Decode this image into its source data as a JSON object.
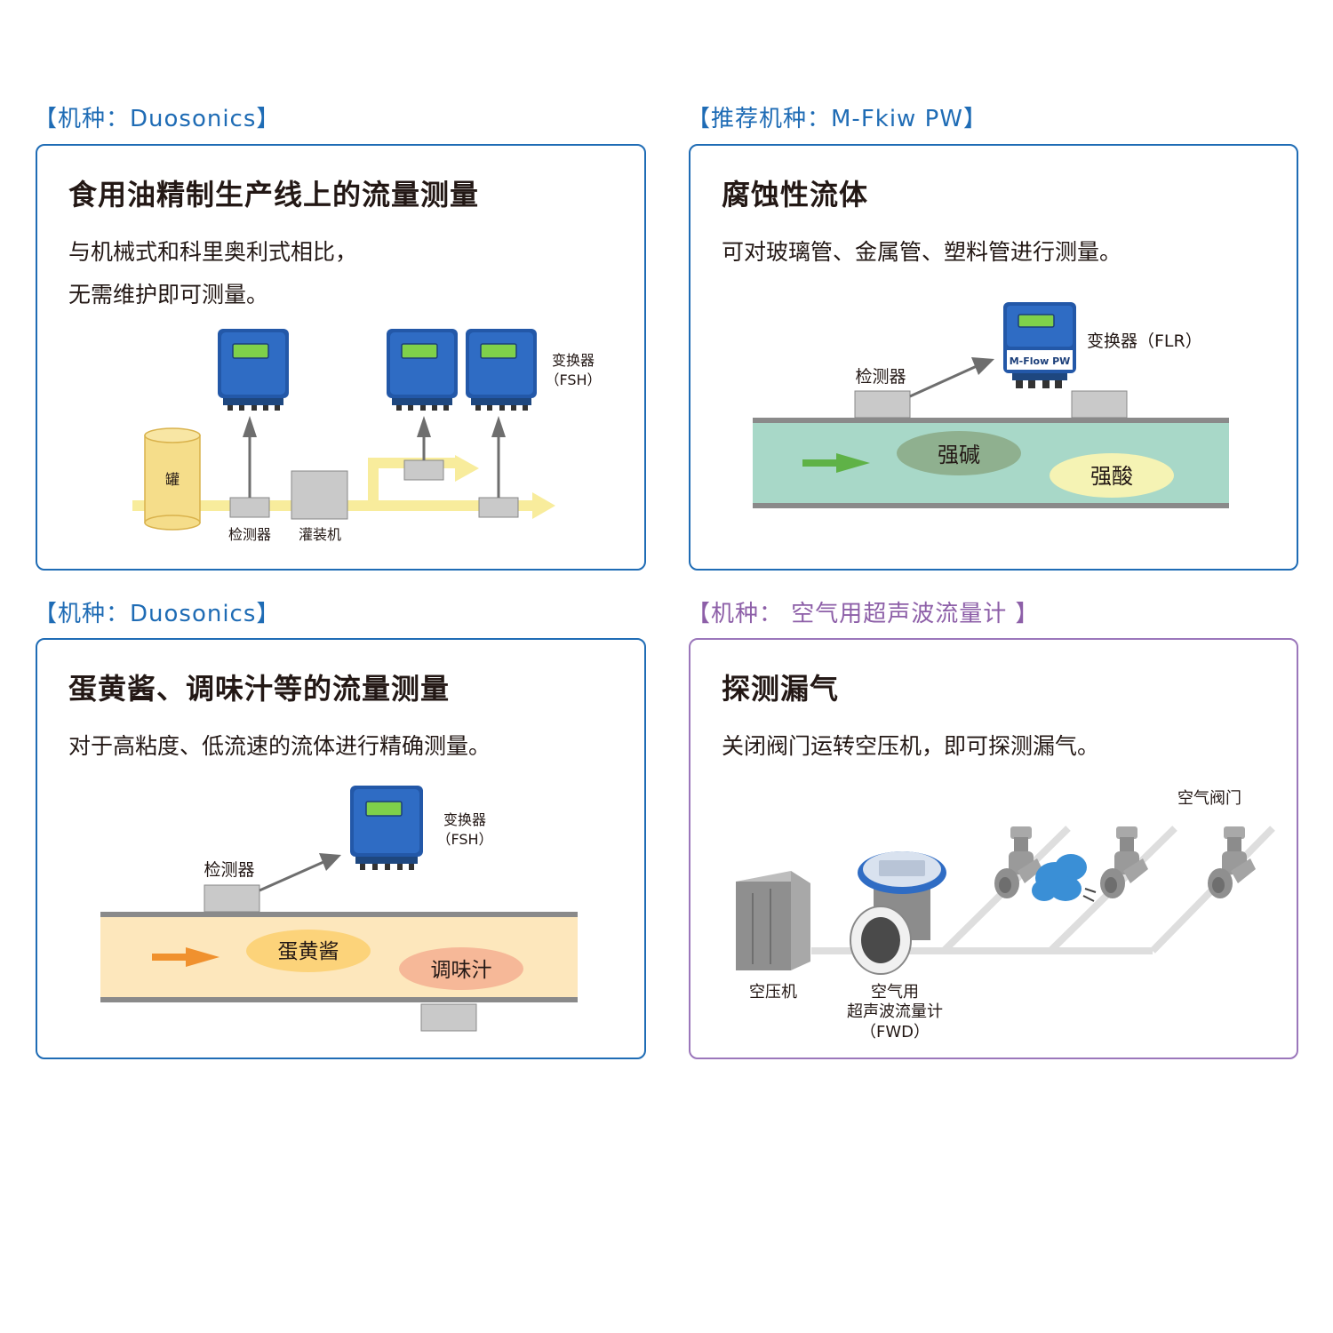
{
  "panels": [
    {
      "tag": "【机种：Duosonics】",
      "title": "食用油精制生产线上的流量测量",
      "desc1": "与机械式和科里奥利式相比，",
      "desc2": "无需维护即可测量。",
      "labels": {
        "tank": "罐",
        "detector": "检测器",
        "filler": "灌装机",
        "converter": "变换器",
        "converter_model": "（FSH）"
      }
    },
    {
      "tag": "【推荐机种：M-Fkiw PW】",
      "title": "腐蚀性流体",
      "desc1": "可对玻璃管、金属管、塑料管进行测量。",
      "labels": {
        "detector": "检测器",
        "converter": "变换器（FLR）",
        "alkali": "强碱",
        "acid": "强酸",
        "device_brand": "M-Flow PW"
      }
    },
    {
      "tag": "【机种：Duosonics】",
      "title": "蛋黄酱、调味汁等的流量测量",
      "desc1": "对于高粘度、低流速的流体进行精确测量。",
      "labels": {
        "detector": "检测器",
        "converter": "变换器",
        "converter_model": "（FSH）",
        "mayo": "蛋黄酱",
        "dressing": "调味汁"
      }
    },
    {
      "tag": "【机种： 空气用超声波流量计 】",
      "title": "探测漏气",
      "desc1": "关闭阀门运转空压机，即可探测漏气。",
      "labels": {
        "valves": "空气阀门",
        "compressor": "空压机",
        "meter1": "空气用",
        "meter2": "超声波流量计",
        "meter3": "（FWD）"
      }
    }
  ],
  "colors": {
    "blue_border": "#1f6cb5",
    "purple_border": "#9b77bb",
    "device_blue": "#2358a8",
    "lcd_green": "#7fd14a",
    "oil_yellow": "#f8ec9c",
    "acid_pipe": "#a8d8c8",
    "sauce_pipe": "#fde7bc"
  },
  "icons": [
    "converter-device-icon",
    "arrow-up-icon",
    "tank-icon",
    "valve-icon",
    "air-leak-icon",
    "compressor-icon",
    "flowmeter-icon"
  ]
}
